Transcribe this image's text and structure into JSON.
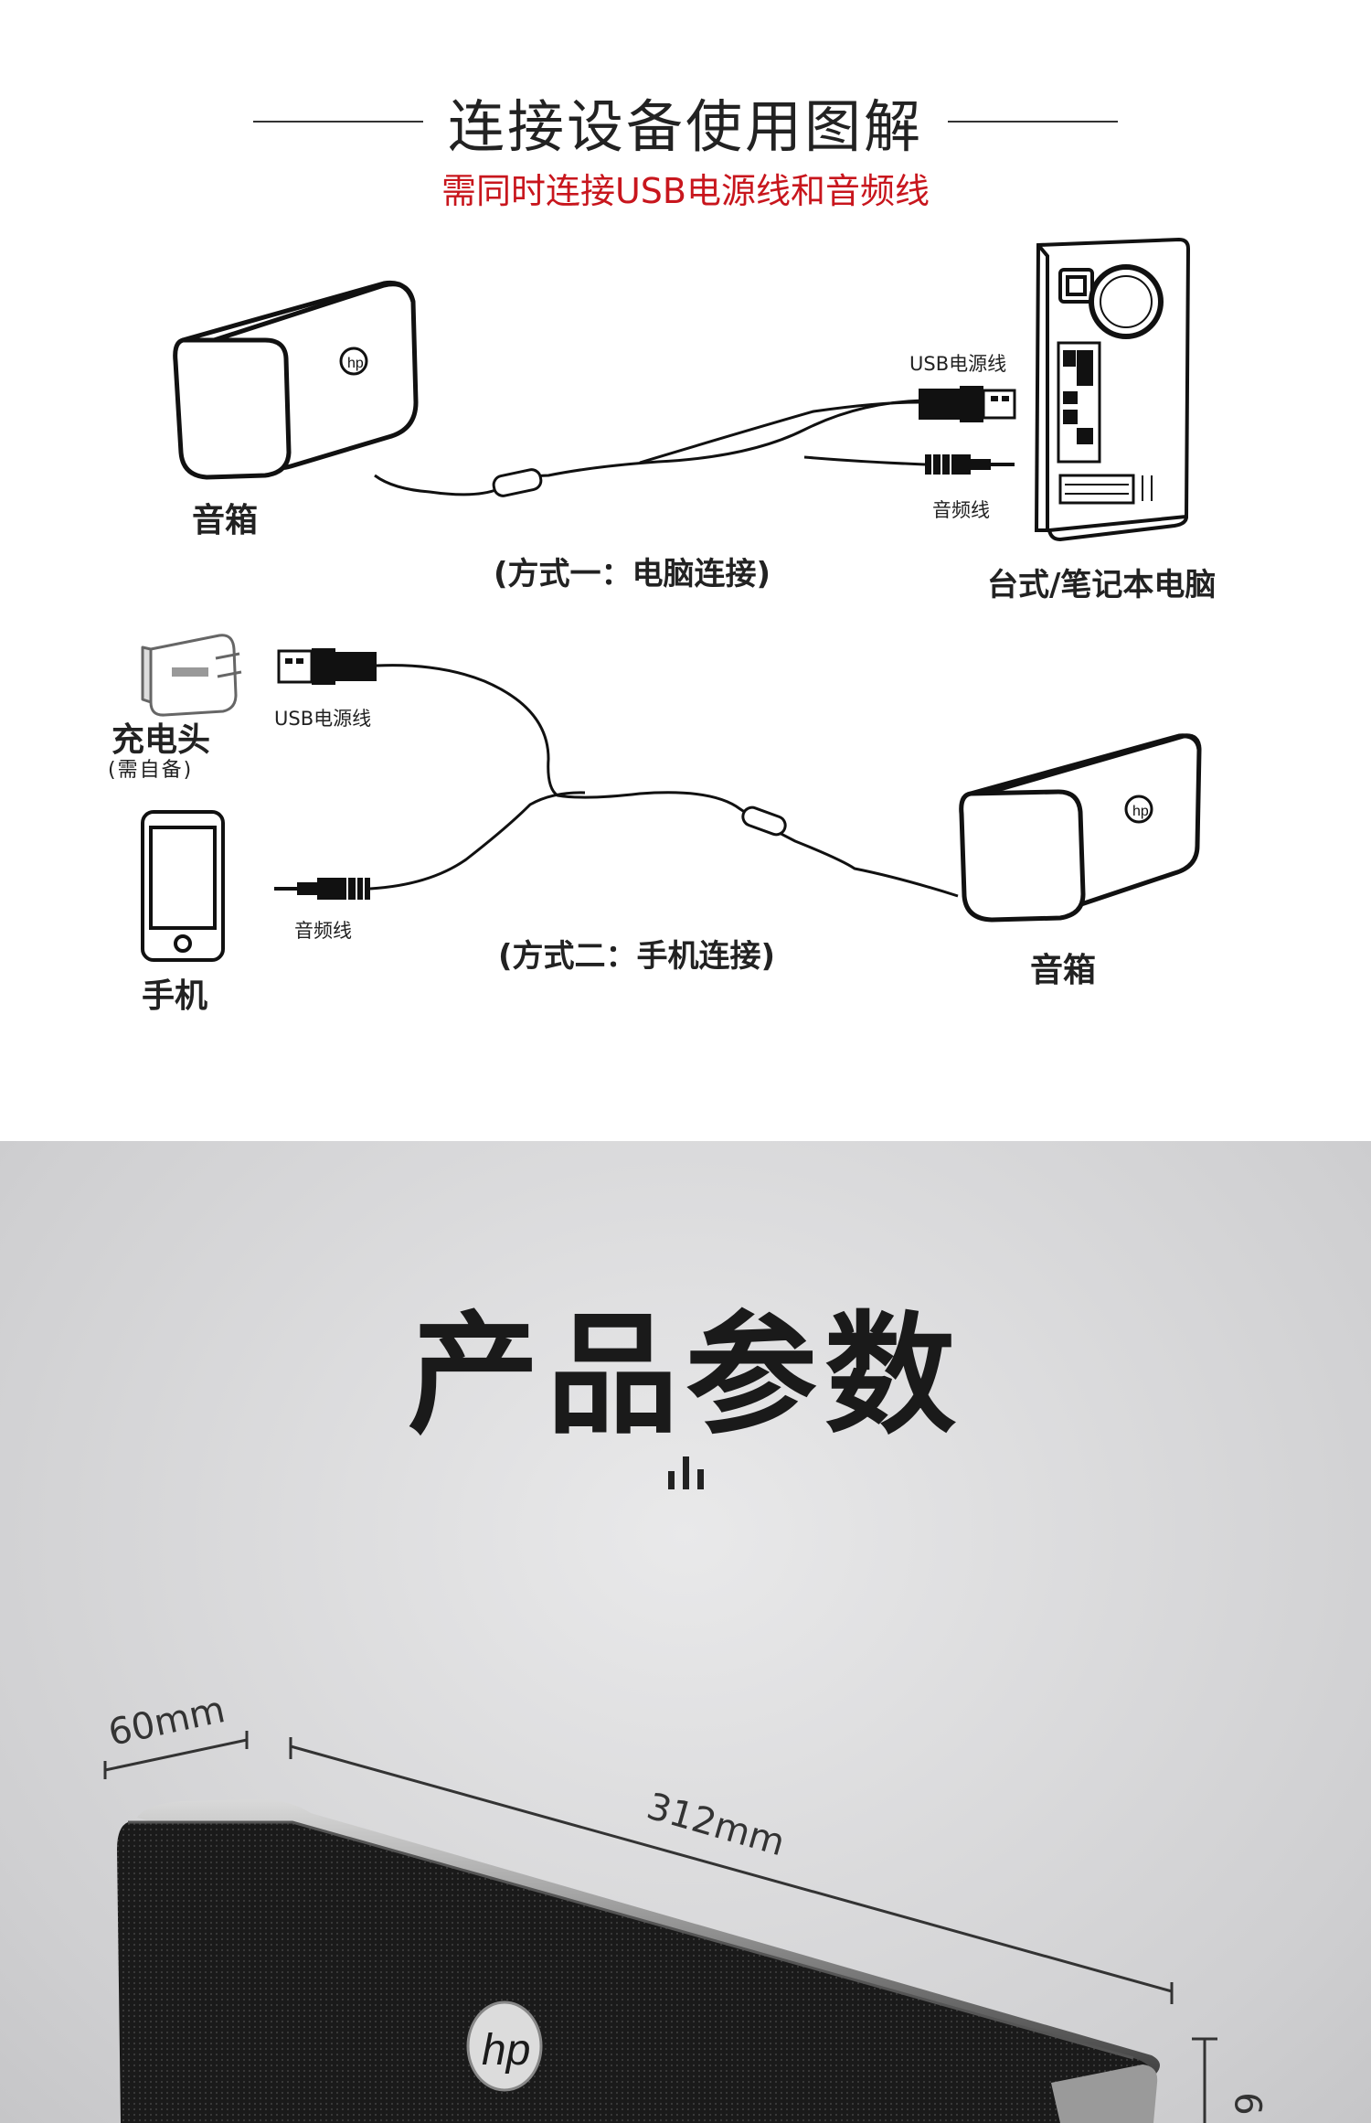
{
  "header": {
    "title": "连接设备使用图解",
    "subtitle": "需同时连接USB电源线和音频线"
  },
  "method_one": {
    "speaker_label": "音箱",
    "usb_cable_label": "USB电源线",
    "audio_cable_label": "音频线",
    "caption": "(方式一：电脑连接)",
    "computer_label": "台式/笔记本电脑"
  },
  "method_two": {
    "charger_label": "充电头",
    "charger_note": "(需自备)",
    "usb_cable_label": "USB电源线",
    "phone_label": "手机",
    "audio_cable_label": "音频线",
    "caption": "(方式二：手机连接)",
    "speaker_label": "音箱"
  },
  "params": {
    "title": "产品参数",
    "depth": "60mm",
    "length": "312mm",
    "height_partial": "6"
  },
  "icons": [
    "speaker-bar-icon",
    "desktop-tower-icon",
    "usb-plug-icon",
    "audio-jack-icon",
    "charger-icon",
    "phone-icon",
    "bars-icon",
    "hp-logo"
  ],
  "colors": {
    "accent": "#c8161d",
    "text": "#222222",
    "product_bg": "#cfcfd1",
    "speaker_body": "#1c1c1c"
  }
}
